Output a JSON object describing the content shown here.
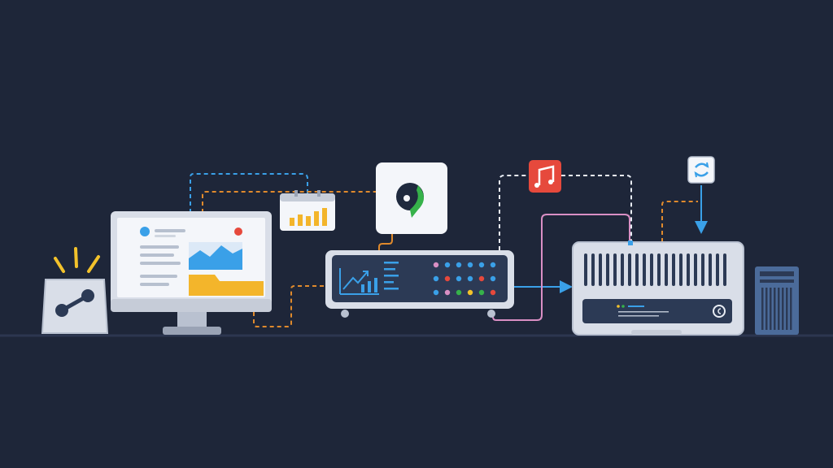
{
  "colors": {
    "background": "#1e2639",
    "ground_line": "#2c3650",
    "device_body": "#d9dee8",
    "device_edge": "#b9c1d0",
    "screen_dark": "#2c3a55",
    "blue": "#3aa0e8",
    "orange": "#e08a2c",
    "pink": "#d98fc4",
    "white_dashed": "#e9edf4",
    "yellow": "#f3c22b",
    "red": "#e6493c",
    "green": "#36b24a"
  },
  "icons": [
    "share-node-icon",
    "bar-chart-icon",
    "chat-bubble-logo-icon",
    "music-note-icon",
    "sync-arrows-icon"
  ],
  "devices": [
    "share-hub",
    "desktop-monitor",
    "network-switch",
    "server-unit",
    "speaker-tower"
  ],
  "connectors": [
    {
      "from": "desktop-monitor",
      "to": "bar-chart-card",
      "color": "blue",
      "style": "dashed"
    },
    {
      "from": "desktop-monitor",
      "to": "chat-logo-card",
      "color": "orange",
      "style": "dashed"
    },
    {
      "from": "desktop-monitor",
      "to": "network-switch",
      "color": "orange",
      "style": "dashed"
    },
    {
      "from": "chat-logo-card",
      "to": "network-switch",
      "color": "orange",
      "style": "solid"
    },
    {
      "from": "music-card",
      "to": "network-switch",
      "color": "white",
      "style": "dashed"
    },
    {
      "from": "music-card",
      "to": "server-unit",
      "color": "white",
      "style": "dashed"
    },
    {
      "from": "network-switch",
      "to": "server-unit",
      "color": "blue",
      "style": "arrow"
    },
    {
      "from": "network-switch",
      "to": "server-unit",
      "color": "pink",
      "style": "solid"
    },
    {
      "from": "sync-card",
      "to": "server-unit",
      "color": "blue",
      "style": "arrow"
    },
    {
      "from": "sync-card",
      "to": "server-unit",
      "color": "orange",
      "style": "dashed"
    }
  ]
}
